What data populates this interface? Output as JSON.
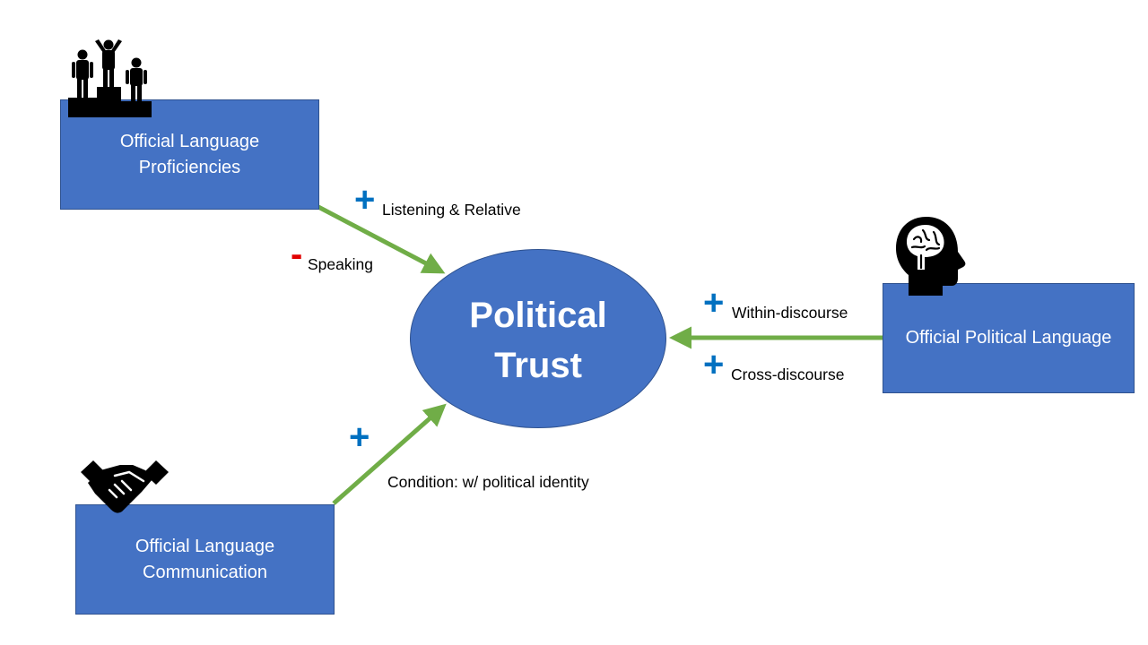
{
  "nodes": {
    "proficiencies": {
      "label": "Official Language\nProficiencies",
      "icon": "podium-icon"
    },
    "communication": {
      "label": "Official Language\nCommunication",
      "icon": "handshake-icon"
    },
    "political_language": {
      "label": "Official Political Language",
      "icon": "brain-head-icon"
    },
    "center": {
      "label": "Political\nTrust"
    }
  },
  "edges": {
    "proficiencies": {
      "positive_sign": "+",
      "positive_label": "Listening & Relative",
      "negative_sign": "-",
      "negative_label": "Speaking"
    },
    "communication": {
      "sign": "+",
      "label": "Condition: w/ political identity"
    },
    "political_language": {
      "sign_1": "+",
      "label_1": "Within-discourse",
      "sign_2": "+",
      "label_2": "Cross-discourse"
    }
  },
  "colors": {
    "box_fill": "#4472c4",
    "arrow": "#70ad47",
    "positive_sign": "#0070c0",
    "negative_sign": "#e00000"
  }
}
